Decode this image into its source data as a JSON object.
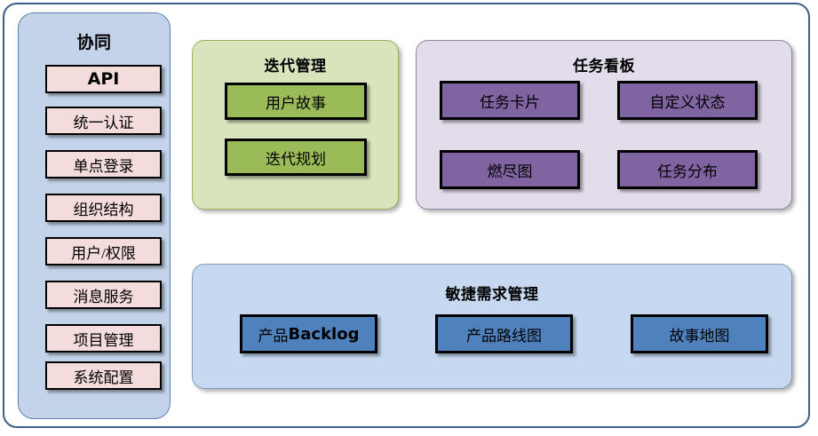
{
  "diagram": {
    "frame_color": "#3c5f8a",
    "sidebar": {
      "title": "协同",
      "bg_color": "#c3d4ea",
      "item_color": "#f3dcdb",
      "items": [
        {
          "label": "API",
          "latin": true
        },
        {
          "label": "统一认证",
          "latin": false
        },
        {
          "label": "单点登录",
          "latin": false
        },
        {
          "label": "组织结构",
          "latin": false
        },
        {
          "label": "用户/权限",
          "latin": false
        },
        {
          "label": "消息服务",
          "latin": false
        },
        {
          "label": "项目管理",
          "latin": false
        },
        {
          "label": "系统配置",
          "latin": false
        }
      ]
    },
    "iteration": {
      "title": "迭代管理",
      "bg_color": "#d8e4bc",
      "item_color": "#9bbb59",
      "items": [
        {
          "label": "用户故事"
        },
        {
          "label": "迭代规划"
        }
      ]
    },
    "taskboard": {
      "title": "任务看板",
      "bg_color": "#e3dcea",
      "item_color": "#8064a2",
      "items": [
        {
          "label": "任务卡片"
        },
        {
          "label": "自定义状态"
        },
        {
          "label": "燃尽图"
        },
        {
          "label": "任务分布"
        }
      ]
    },
    "agile": {
      "title": "敏捷需求管理",
      "bg_color": "#c6d9f0",
      "item_color": "#4f81bd",
      "items": [
        {
          "label_cn": "产品",
          "label_latin": "Backlog"
        },
        {
          "label_cn": "产品路线图",
          "label_latin": ""
        },
        {
          "label_cn": "故事地图",
          "label_latin": ""
        }
      ]
    }
  }
}
